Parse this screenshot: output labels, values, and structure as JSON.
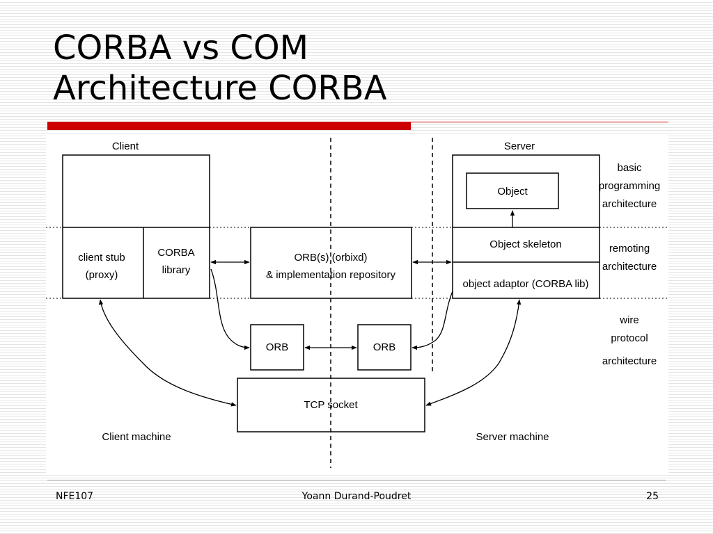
{
  "slide": {
    "title_line1": "CORBA vs COM",
    "title_line2": "Architecture CORBA"
  },
  "diagram": {
    "client_label": "Client",
    "server_label": "Server",
    "client_stub": [
      "client stub",
      "(proxy)"
    ],
    "corba_library": [
      "CORBA",
      "library"
    ],
    "orb_repository": [
      "ORB(s) (orbixd)",
      "& implementation repository"
    ],
    "object": "Object",
    "object_skeleton": "Object skeleton",
    "object_adaptor": "object adaptor   (CORBA lib)",
    "orb_left": "ORB",
    "orb_right": "ORB",
    "tcp_socket": "TCP socket",
    "client_machine": "Client machine",
    "server_machine": "Server machine",
    "layer_basic": [
      "basic",
      "programming",
      "architecture"
    ],
    "layer_remoting": [
      "remoting",
      "architecture"
    ],
    "layer_wire": [
      "wire",
      "protocol",
      "architecture"
    ]
  },
  "footer": {
    "left": "NFE107",
    "center": "Yoann Durand-Poudret",
    "right": "25"
  },
  "colors": {
    "accent_red": "#cc0000"
  }
}
